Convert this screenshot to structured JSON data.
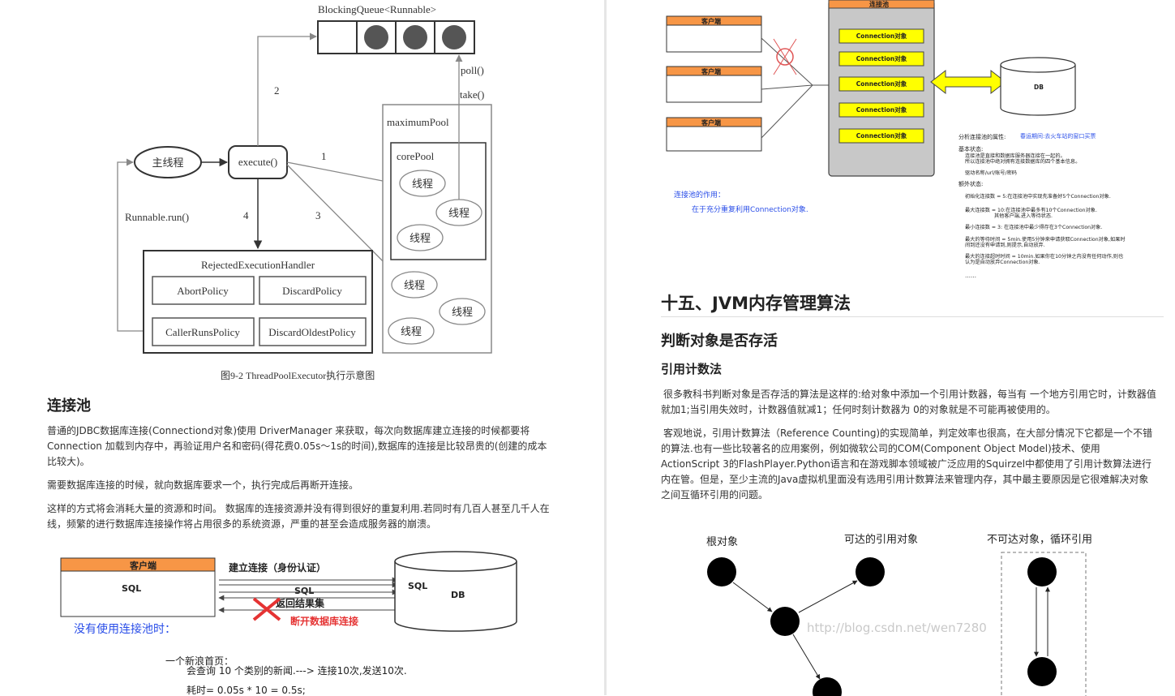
{
  "left": {
    "threadpool_diagram": {
      "queue_label": "BlockingQueue<Runnable>",
      "main_thread": "主线程",
      "execute": "execute()",
      "run_label": "Runnable.run()",
      "poll": "poll()",
      "take": "take()",
      "max_pool": "maximumPool",
      "core_pool": "corePool",
      "thread": "线程",
      "handler_title": "RejectedExecutionHandler",
      "policies": [
        "AbortPolicy",
        "DiscardPolicy",
        "CallerRunsPolicy",
        "DiscardOldestPolicy"
      ],
      "step1": "1",
      "step2": "2",
      "step3": "3",
      "step4": "4"
    },
    "caption": "图9-2  ThreadPoolExecutor执行示意图",
    "heading": "连接池",
    "paragraphs": [
      "普通的JDBC数据库连接(Connectiond对象)使用 DriverManager 来获取，每次向数据库建立连接的时候都要将Connection 加载到内存中，再验证用户名和密码(得花费0.05s～1s的时间),数据库的连接是比较昂贵的(创建的成本比较大)。",
      "需要数据库连接的时候，就向数据库要求一个，执行完成后再断开连接。",
      "这样的方式将会消耗大量的资源和时间。 数据库的连接资源并没有得到很好的重复利用.若同时有几百人甚至几千人在线，频繁的进行数据库连接操作将占用很多的系统资源，严重的甚至会造成服务器的崩溃。"
    ],
    "nopool_diagram": {
      "client": "客户端",
      "sql": "SQL",
      "connect": "建立连接（身份认证）",
      "return": "返回结果集",
      "disconnect": "断开数据库连接",
      "db": "DB",
      "no_pool_note": "没有使用连接池时：",
      "example_title": "一个新浪首页：",
      "example_line1": "会查询  10  个类别的新闻.---> 连接10次,发送10次.",
      "example_line2": "耗时= 0.05s * 10 = 0.5s;"
    }
  },
  "right": {
    "pool_diagram": {
      "pool_title": "连接池",
      "client": "客户端",
      "conn": "Connection对象",
      "db": "DB",
      "pool_purpose_title": "连接池的作用：",
      "pool_purpose": "在于充分重复利用Connection对象.",
      "props_title": "分析连接池的属性:",
      "props_example": "春运期间:去火车站的窗口买票",
      "basic_title": "基本状态:",
      "basic_line1": "连接池是直接和数据库服务器连接在一起的。",
      "basic_line2": "所以连接池中绝对拥有连接数据库的四个基本信息。",
      "basic_line3": "驱动名称/url/账号/密码",
      "extra_title": "额外状态:",
      "extra_lines": [
        "初始化连接数 = 5:在连接池中实现先准备好5个Connection对象.",
        "最大连接数 = 10:在连接池中最多有10个Connection对象.",
        "其他客户端,进入等待状态.",
        "最小连接数 = 3: 在连接池中最少得存在3个Connection对象.",
        "最大的等待时间 = 5min.使用5分钟来申请获取Connection对象,如果时",
        "间到还没有申请到,则提示,自动放弃.",
        "最大的连接超时时间 = 10min.如果你在10分钟之内没有任何动作,则也",
        "认为是自动放弃Connection对象."
      ],
      "ellipsis": "……"
    },
    "section_title": "十五、JVM内存管理算法",
    "sub_title": "判断对象是否存活",
    "sub_sub_title": "引用计数法",
    "paragraphs": [
      "很多教科书判断对象是否存活的算法是这样的:给对象中添加一个引用计数器，每当有 一个地方引用它时，计数器值就加1;当引用失效时，计数器值就减1；任何时刻计数器为 0的对象就是不可能再被使用的。",
      "客观地说，引用计数算法（Reference Counting)的实现简单，判定效率也很高，在大部分情况下它都是一个不错的算法.也有一些比较著名的应用案例，例如微软公司的COM(Component Object Model)技术、使用ActionScript 3的FlashPlayer.Python语言和在游戏脚本领域被广泛应用的Squirzel中都使用了引用计数算法进行内在管。但是，至少主流的Java虚拟机里面没有选用引用计数算法来管理内存，其中最主要原因是它很难解决对象之间互循环引用的问题。"
    ],
    "ref_diagram": {
      "root": "根对象",
      "reachable": "可达的引用对象",
      "unreachable": "不可达对象，循环引用",
      "watermark": "http://blog.csdn.net/wen7280"
    }
  }
}
